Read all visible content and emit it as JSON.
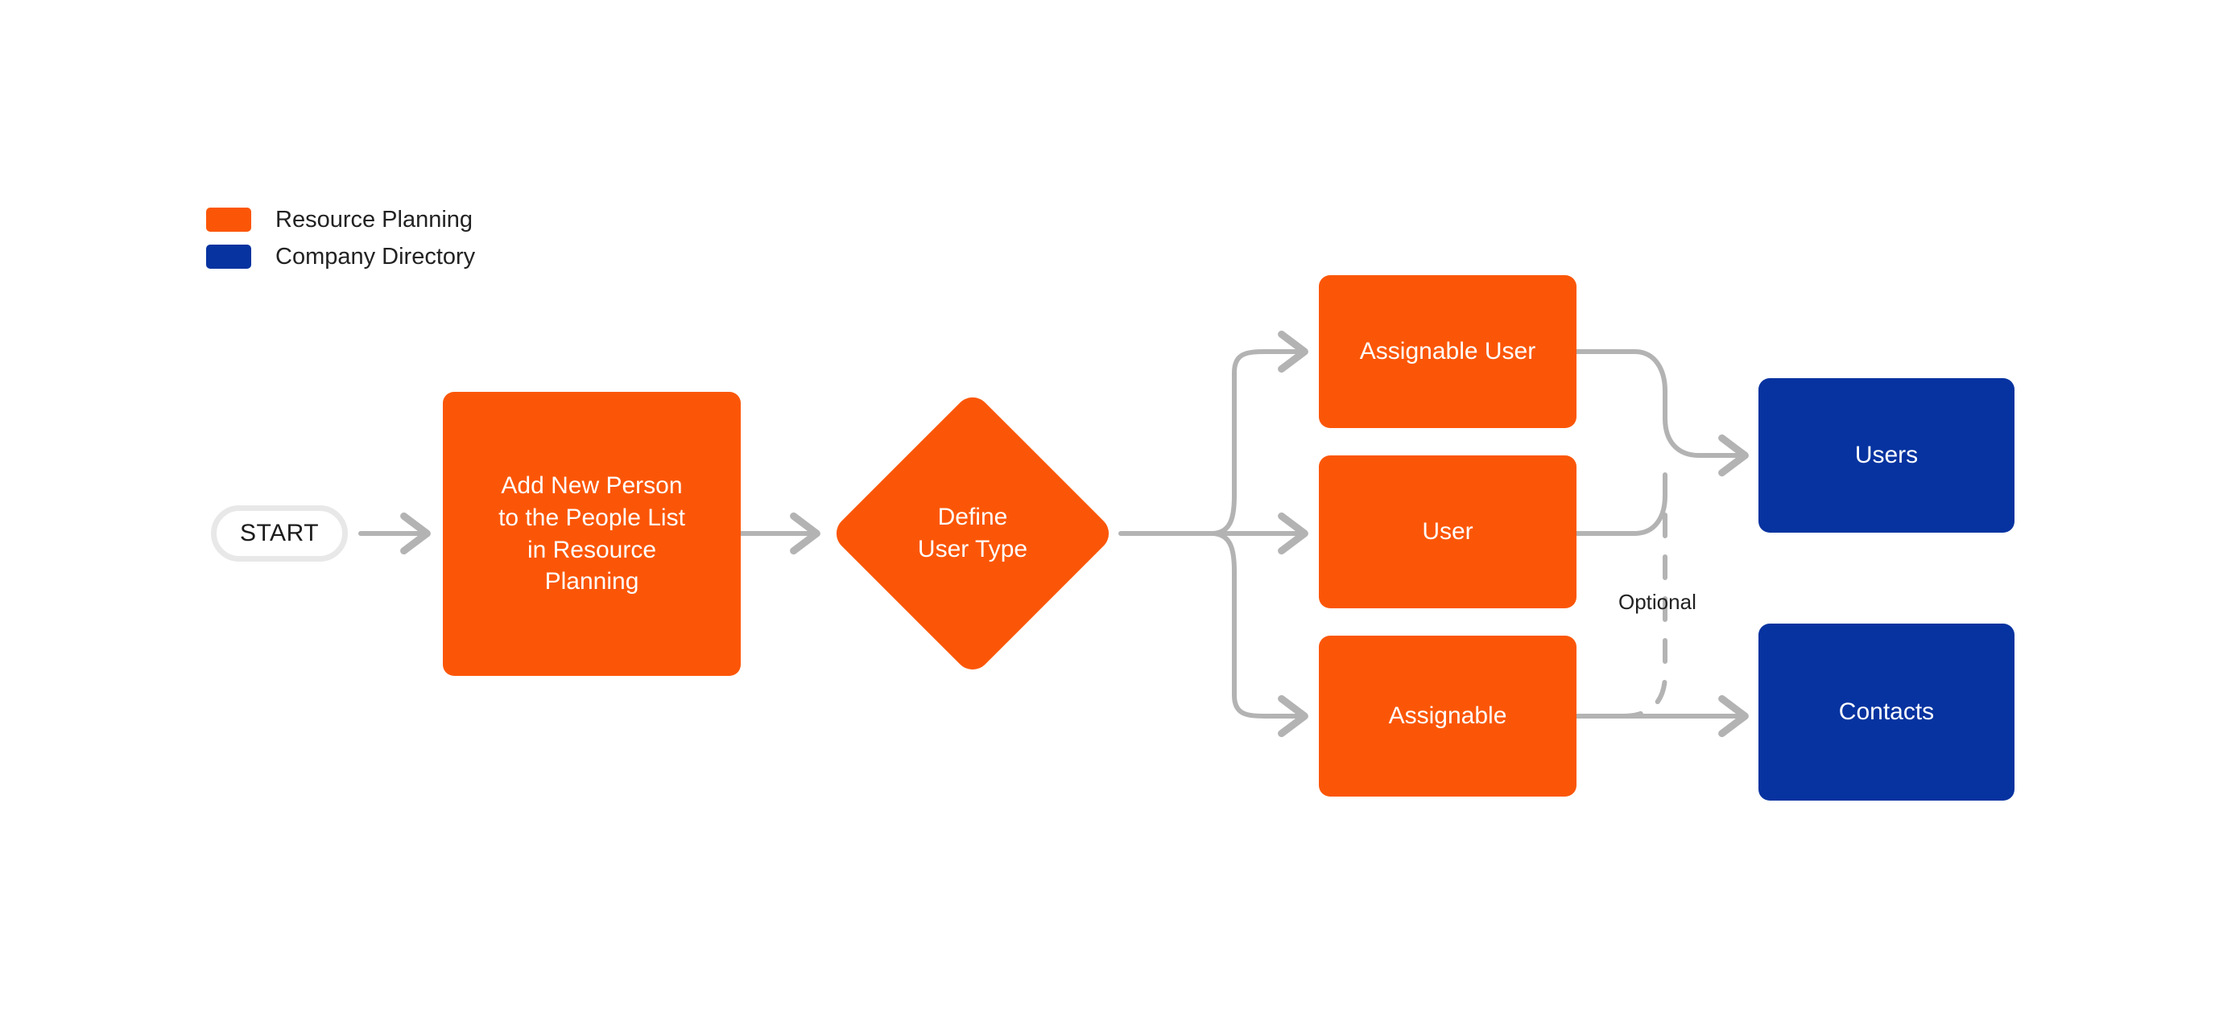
{
  "diagram": {
    "title": "User Type Flowchart",
    "background": "#ffffff",
    "colors": {
      "resource_planning": "#fb5607",
      "company_directory": "#0633a0",
      "connector": "#b3b3b3",
      "start_border": "#e8e8e8",
      "text_dark": "#222222",
      "text_light": "#ffffff"
    }
  },
  "legend": {
    "items": [
      {
        "label": "Resource Planning",
        "color": "#fb5607",
        "swatch_icon": "square-swatch-icon"
      },
      {
        "label": "Company Directory",
        "color": "#0633a0",
        "swatch_icon": "square-swatch-icon"
      }
    ]
  },
  "nodes": {
    "start": {
      "label": "START",
      "shape": "pill"
    },
    "process": {
      "label": "Add New Person\nto the People List\nin Resource\nPlanning",
      "shape": "rounded-rect",
      "group": "Resource Planning"
    },
    "decision": {
      "label": "Define\nUser Type",
      "shape": "diamond",
      "group": "Resource Planning"
    },
    "branches": [
      {
        "id": "assignable-user",
        "label": "Assignable User",
        "shape": "rounded-rect",
        "group": "Resource Planning"
      },
      {
        "id": "user",
        "label": "User",
        "shape": "rounded-rect",
        "group": "Resource Planning"
      },
      {
        "id": "assignable",
        "label": "Assignable",
        "shape": "rounded-rect",
        "group": "Resource Planning"
      }
    ],
    "destinations": [
      {
        "id": "users",
        "label": "Users",
        "shape": "rounded-rect",
        "group": "Company Directory"
      },
      {
        "id": "contacts",
        "label": "Contacts",
        "shape": "rounded-rect",
        "group": "Company Directory"
      }
    ]
  },
  "edges": {
    "optional_label": "Optional",
    "list": [
      {
        "from": "start",
        "to": "process",
        "style": "solid",
        "arrow": true
      },
      {
        "from": "process",
        "to": "decision",
        "style": "solid",
        "arrow": true
      },
      {
        "from": "decision",
        "to": "assignable-user",
        "style": "solid",
        "arrow": true
      },
      {
        "from": "decision",
        "to": "user",
        "style": "solid",
        "arrow": true
      },
      {
        "from": "decision",
        "to": "assignable",
        "style": "solid",
        "arrow": true
      },
      {
        "from": "assignable-user",
        "to": "users",
        "style": "solid",
        "arrow": true
      },
      {
        "from": "user",
        "to": "users",
        "style": "solid",
        "arrow": true
      },
      {
        "from": "assignable",
        "to": "contacts",
        "style": "solid",
        "arrow": true
      },
      {
        "from": "users-junction",
        "to": "contacts-line",
        "style": "dashed",
        "arrow": false,
        "label": "Optional"
      }
    ]
  }
}
